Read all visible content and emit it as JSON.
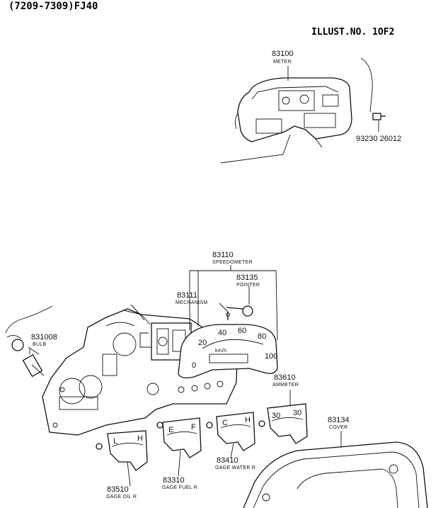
{
  "header": {
    "model_range": "(7209-7309)FJ40",
    "illust_no": "ILLUST.NO. 1OF2"
  },
  "parts": [
    {
      "id": "meter",
      "number": "83100",
      "name": "METER"
    },
    {
      "id": "screw",
      "number": "93230 26012",
      "name": ""
    },
    {
      "id": "speedometer",
      "number": "83110",
      "name": "SPEEDOMETER"
    },
    {
      "id": "pointer",
      "number": "83135",
      "name": "POINTER"
    },
    {
      "id": "mechanism",
      "number": "83111",
      "name": "MECHANISM"
    },
    {
      "id": "bulb",
      "number": "831008",
      "name": "BULB"
    },
    {
      "id": "ammeter",
      "number": "83610",
      "name": "AMMETER"
    },
    {
      "id": "cover",
      "number": "83134",
      "name": "COVER"
    },
    {
      "id": "gage-water",
      "number": "83410",
      "name": "GAGE WATER R"
    },
    {
      "id": "gage-fuel",
      "number": "83310",
      "name": "GAGE FUEL R"
    },
    {
      "id": "gage-oil",
      "number": "83510",
      "name": "GAGE OIL R"
    }
  ],
  "speedo_scale": [
    "0",
    "20",
    "40",
    "60",
    "80",
    "100"
  ],
  "gauge_marks": {
    "oil": [
      "L",
      "H"
    ],
    "fuel": [
      "E",
      "F"
    ],
    "water": [
      "C",
      "H"
    ],
    "ammeter": [
      "30",
      "30"
    ]
  }
}
